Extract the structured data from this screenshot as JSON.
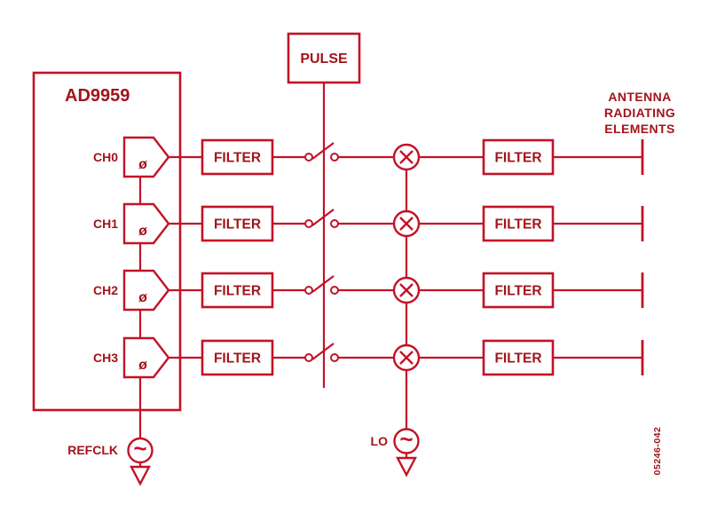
{
  "colors": {
    "line": "#C31227",
    "text": "#A2141A",
    "background": "#FFFFFF"
  },
  "chip": {
    "label": "AD9959"
  },
  "channels": [
    {
      "label": "CH0",
      "phase_symbol": "ø"
    },
    {
      "label": "CH1",
      "phase_symbol": "ø"
    },
    {
      "label": "CH2",
      "phase_symbol": "ø"
    },
    {
      "label": "CH3",
      "phase_symbol": "ø"
    }
  ],
  "pulse": {
    "label": "PULSE"
  },
  "filter_label": "FILTER",
  "antenna": {
    "line1": "ANTENNA",
    "line2": "RADIATING",
    "line3": "ELEMENTS"
  },
  "sources": {
    "refclk": {
      "label": "REFCLK",
      "waveform_symbol": "~"
    },
    "lo": {
      "label": "LO",
      "waveform_symbol": "~"
    }
  },
  "figure_number": "05246-042"
}
